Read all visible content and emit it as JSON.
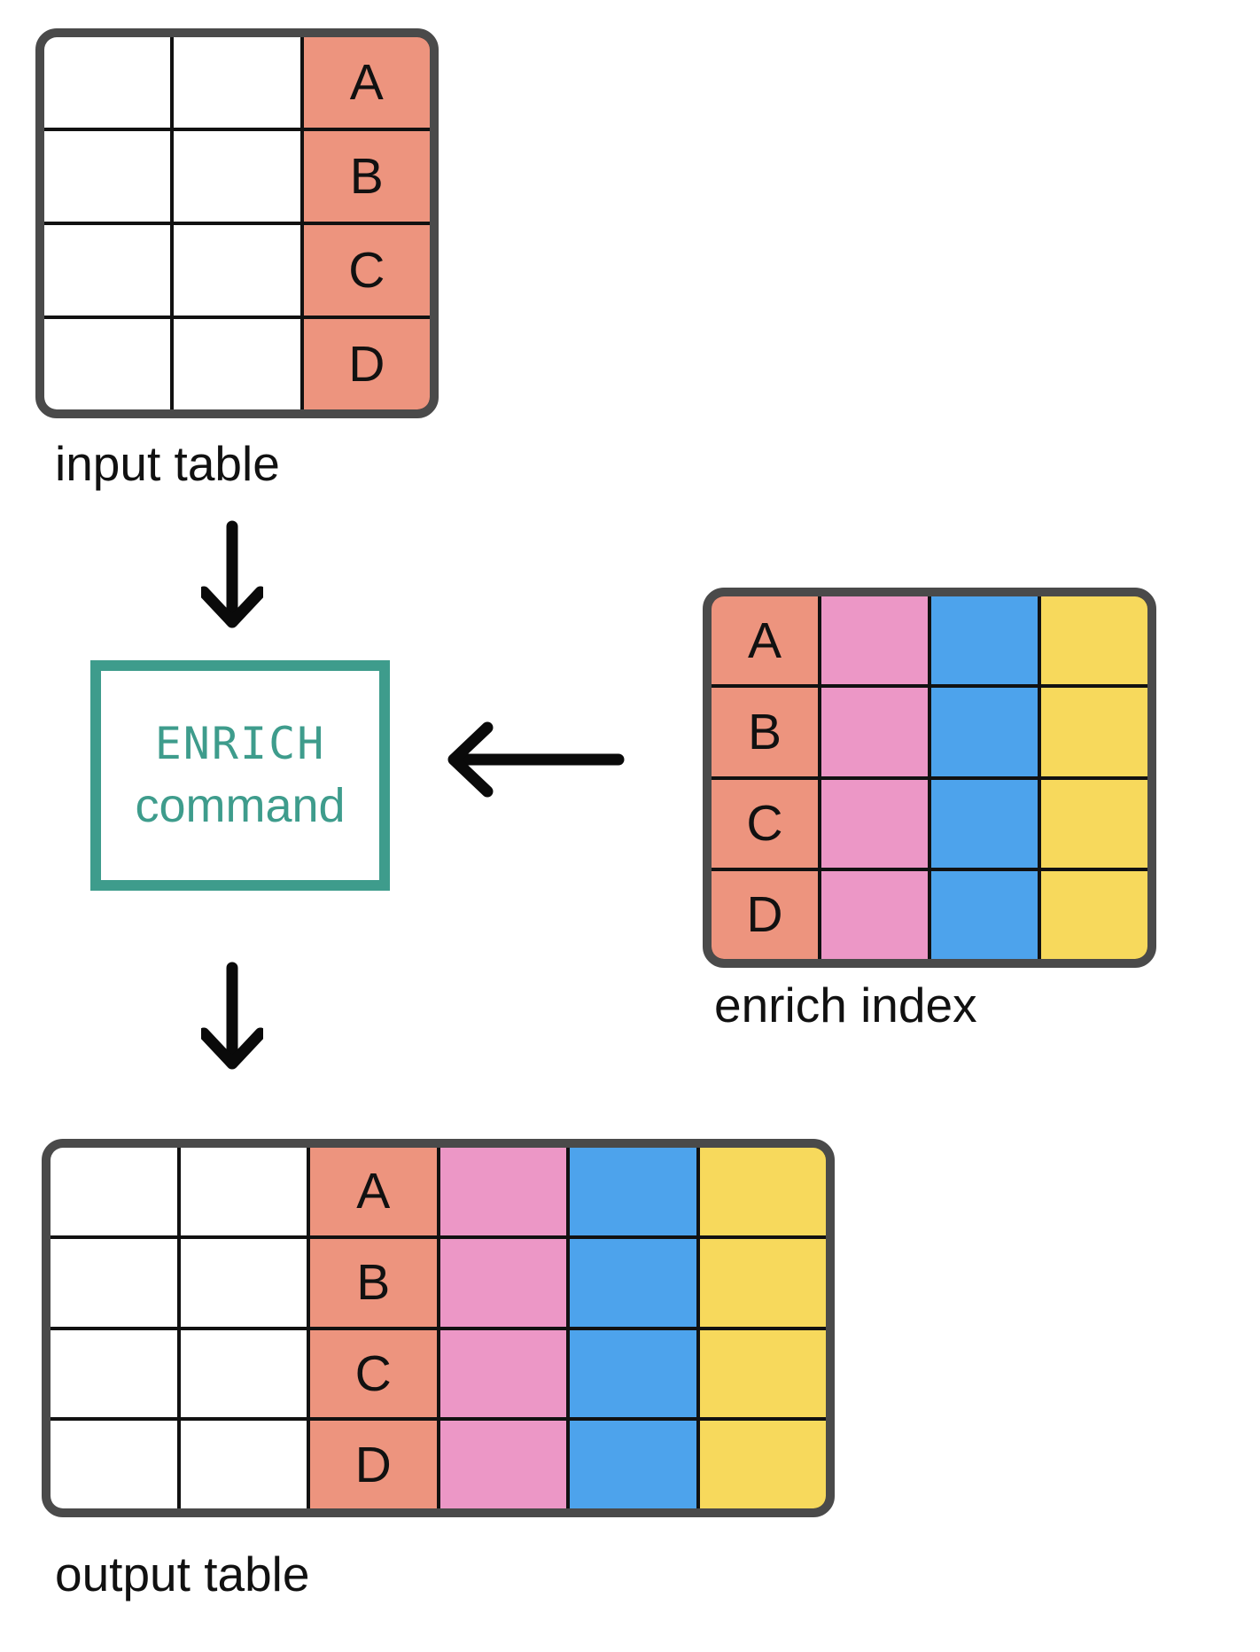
{
  "input_table": {
    "label": "input table",
    "key_column_letters": [
      "A",
      "B",
      "C",
      "D"
    ]
  },
  "enrich_index": {
    "label": "enrich index",
    "key_column_letters": [
      "A",
      "B",
      "C",
      "D"
    ]
  },
  "output_table": {
    "label": "output table",
    "key_column_letters": [
      "A",
      "B",
      "C",
      "D"
    ]
  },
  "enrich_command_box": {
    "title": "ENRICH",
    "subtitle": "command"
  },
  "icons": {
    "flow_down_1": "arrow-down-icon",
    "flow_down_2": "arrow-down-icon",
    "flow_left": "arrow-left-icon"
  },
  "colors": {
    "key_column": "#ED947E",
    "enrich_value_col_1": "#EC97C6",
    "enrich_value_col_2": "#4DA3EC",
    "enrich_value_col_3": "#F7D95C",
    "command_accent": "#3E9C8C",
    "table_outer_border": "#4A4A4A",
    "grid_line": "#111111",
    "background": "#FFFFFF",
    "text": "#111111"
  }
}
